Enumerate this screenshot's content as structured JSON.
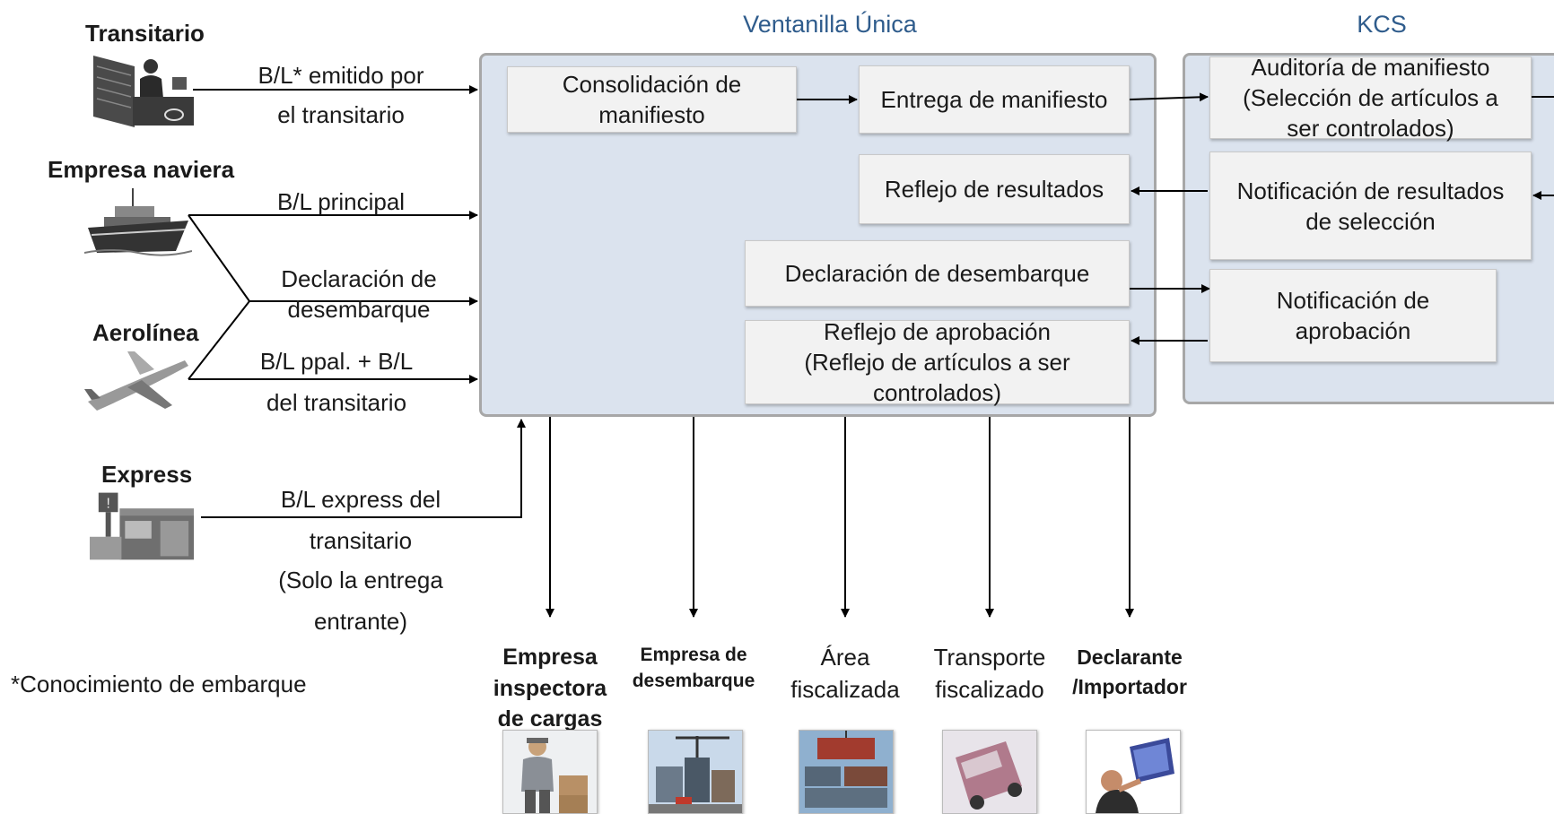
{
  "panels": {
    "ventanilla_title": "Ventanilla Única",
    "kcs_title": "KCS"
  },
  "senders": {
    "transitario": "Transitario",
    "empresa_naviera": "Empresa naviera",
    "aerolinea": "Aerolínea",
    "express": "Express"
  },
  "edge_labels": {
    "bl_transitario_1": "B/L* emitido por",
    "bl_transitario_2": "el transitario",
    "bl_principal": "B/L principal",
    "declaracion_1": "Declaración de",
    "declaracion_2": "desembarque",
    "bl_ppal_1": "B/L ppal. + B/L",
    "bl_ppal_2": "del transitario",
    "express_1": "B/L express del",
    "express_2": "transitario",
    "express_3": "(Solo la entrega",
    "express_4": "entrante)"
  },
  "ventanilla_boxes": {
    "consolidacion_1": "Consolidación de",
    "consolidacion_2": "manifiesto",
    "entrega": "Entrega de manifiesto",
    "reflejo_resultados": "Reflejo de resultados",
    "declaracion_desembarque": "Declaración de desembarque",
    "reflejo_aprobacion_1": "Reflejo de aprobación",
    "reflejo_aprobacion_2": "(Reflejo de artículos a ser",
    "reflejo_aprobacion_3": "controlados)"
  },
  "kcs_boxes": {
    "auditoria_1": "Auditoría de manifiesto",
    "auditoria_2": "(Selección de artículos a",
    "auditoria_3": "ser controlados)",
    "notificacion_resultados_1": "Notificación de resultados",
    "notificacion_resultados_2": "de selección",
    "notificacion_aprobacion_1": "Notificación de",
    "notificacion_aprobacion_2": "aprobación"
  },
  "footnote": "*Conocimiento de embarque",
  "recipients": {
    "inspectora_1": "Empresa",
    "inspectora_2": "inspectora",
    "inspectora_3": "de cargas",
    "desembarque_1": "Empresa de",
    "desembarque_2": "desembarque",
    "area_1": "Área",
    "area_2": "fiscalizada",
    "transporte_1": "Transporte",
    "transporte_2": "fiscalizado",
    "declarante_1": "Declarante",
    "declarante_2": "/Importador"
  },
  "icons": [
    "freight-forwarder-desk-icon",
    "cargo-ship-icon",
    "airplane-icon",
    "express-building-icon",
    "inspector-worker-photo",
    "container-crane-photo",
    "bonded-area-photo",
    "bonded-truck-photo",
    "importer-laptop-photo"
  ],
  "colors": {
    "panel_fill": "#dbe3ee",
    "panel_border": "#a7a7a7",
    "header_blue": "#2f5c8c",
    "box_fill": "#f2f2f2"
  }
}
